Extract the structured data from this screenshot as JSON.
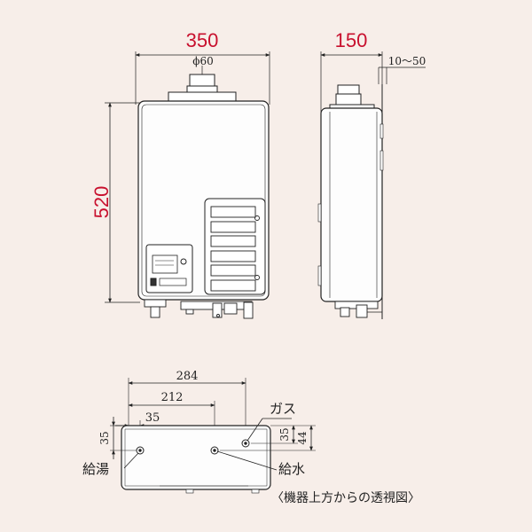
{
  "front_view": {
    "width_label": "350",
    "height_label": "520",
    "flue_label": "ϕ60"
  },
  "side_view": {
    "depth_label": "150",
    "gap_label": "10～50"
  },
  "top_view": {
    "dim_284": "284",
    "dim_212": "212",
    "dim_35_h": "35",
    "dim_35_v_left": "35",
    "dim_35_v_right": "35",
    "dim_44": "44",
    "label_gas": "ガス",
    "label_hot_water": "給湯",
    "label_water_supply": "給水",
    "caption": "〈機器上方からの透視図〉"
  },
  "colors": {
    "background": "#f7eee9",
    "dimension_red": "#c8102e",
    "line": "#222222"
  }
}
